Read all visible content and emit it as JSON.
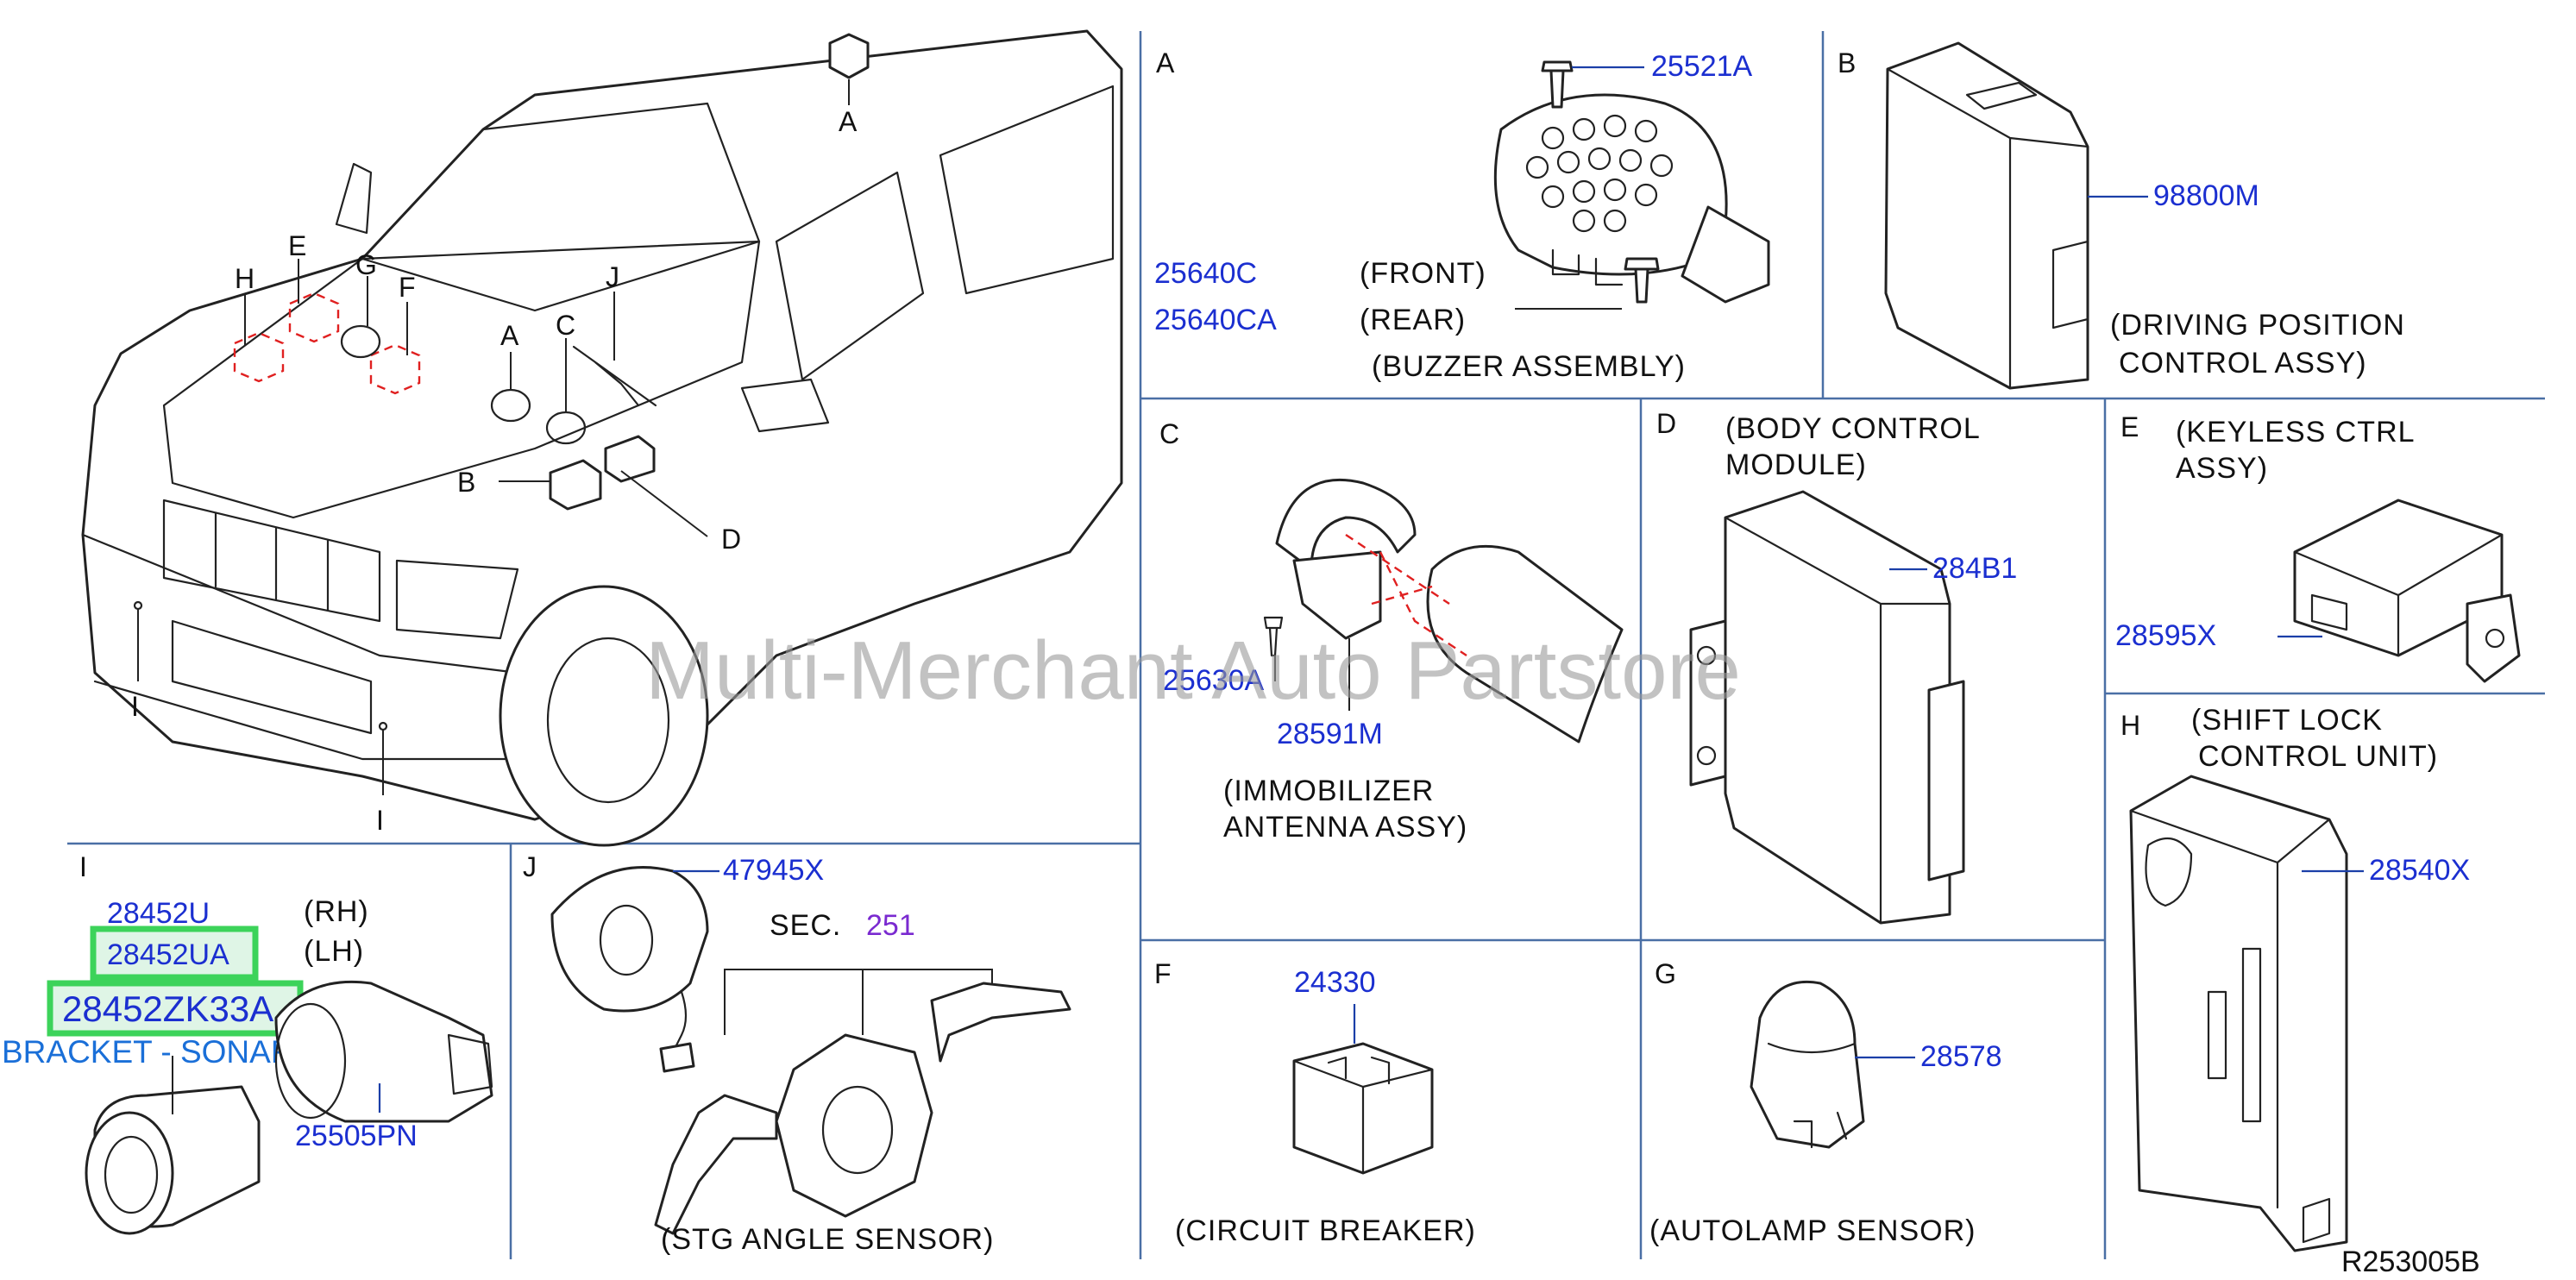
{
  "watermark": "Multi-Merchant Auto Partstore",
  "diagram_code": "R253005B",
  "vehicle": {
    "callouts": [
      "A",
      "B",
      "C",
      "D",
      "E",
      "F",
      "G",
      "H",
      "I",
      "J"
    ]
  },
  "panels": {
    "A": {
      "letter": "A",
      "bolt_part": "25521A",
      "part_front": "25640C",
      "label_front": "(FRONT)",
      "part_rear": "25640CA",
      "label_rear": "(REAR)",
      "caption": "(BUZZER   ASSEMBLY)"
    },
    "B": {
      "letter": "B",
      "part": "98800M",
      "caption_1": "(DRIVING   POSITION",
      "caption_2": "CONTROL   ASSY)"
    },
    "C": {
      "letter": "C",
      "part_screw": "25630A",
      "part_antenna": "28591M",
      "caption_1": "(IMMOBILIZER",
      "caption_2": "ANTENNA   ASSY)"
    },
    "D": {
      "letter": "D",
      "caption_1": "(BODY   CONTROL",
      "caption_2": "MODULE)",
      "part": "284B1"
    },
    "E": {
      "letter": "E",
      "caption_1": "(KEYLESS   CTRL",
      "caption_2": "ASSY)",
      "part": "28595X"
    },
    "H": {
      "letter": "H",
      "caption_1": "(SHIFT   LOCK",
      "caption_2": "CONTROL   UNIT)",
      "part": "28540X"
    },
    "I": {
      "letter": "I",
      "part_rh": "28452U",
      "label_rh": "(RH)",
      "part_lh": "28452UA",
      "label_lh": "(LH)",
      "part_bracket": "28452ZK33A",
      "bracket_name": "BRACKET - SONAR SENSOR",
      "part_sensor": "25505PN"
    },
    "J": {
      "letter": "J",
      "part_spiral": "47945X",
      "sec_label": "SEC.",
      "sec_number": "251",
      "caption": "(STG   ANGLE   SENSOR)"
    },
    "F": {
      "letter": "F",
      "part": "24330",
      "caption": "(CIRCUIT   BREAKER)"
    },
    "G": {
      "letter": "G",
      "part": "28578",
      "caption": "(AUTOLAMP   SENSOR)"
    }
  }
}
